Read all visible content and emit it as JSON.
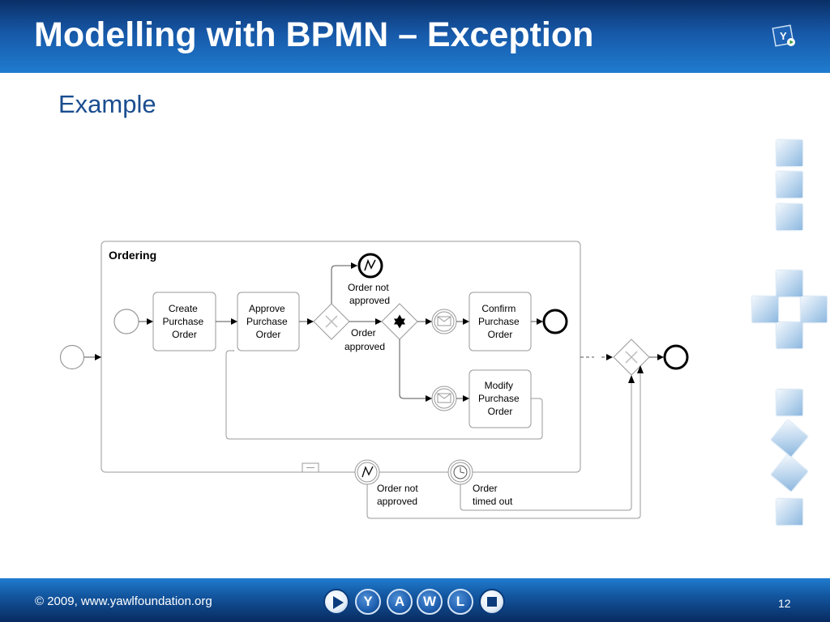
{
  "slide": {
    "title": "Modelling with BPMN – Exception",
    "subtitle": "Example",
    "footer_copyright": "© 2009, www.yawlfoundation.org",
    "page_number": "12"
  },
  "footer_nav": {
    "letters": [
      "Y",
      "A",
      "W",
      "L"
    ]
  },
  "diagram": {
    "subprocess_label": "Ordering",
    "tasks": {
      "create": [
        "Create",
        "Purchase",
        "Order"
      ],
      "approve": [
        "Approve",
        "Purchase",
        "Order"
      ],
      "confirm": [
        "Confirm",
        "Purchase",
        "Order"
      ],
      "modify": [
        "Modify",
        "Purchase",
        "Order"
      ]
    },
    "labels": {
      "order_not_approved_top": [
        "Order not",
        "approved"
      ],
      "order_approved": [
        "Order",
        "approved"
      ],
      "order_not_approved_boundary": [
        "Order not",
        "approved"
      ],
      "order_timed_out": [
        "Order",
        "timed out"
      ]
    },
    "colors": {
      "header_blue": "#1758a8",
      "title_text": "#1a4d8f",
      "diagram_stroke": "#888888"
    }
  }
}
